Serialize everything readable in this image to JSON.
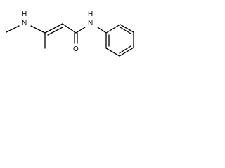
{
  "molecule": {
    "atoms": {
      "amine_nitrogen": {
        "symbol": "N",
        "hydrogen": "H"
      },
      "carbonyl_oxygen": {
        "symbol": "O"
      },
      "amide_nitrogen": {
        "symbol": "N",
        "hydrogen": "H"
      }
    }
  },
  "colors": {
    "bond": "#000000",
    "background": "#ffffff"
  }
}
